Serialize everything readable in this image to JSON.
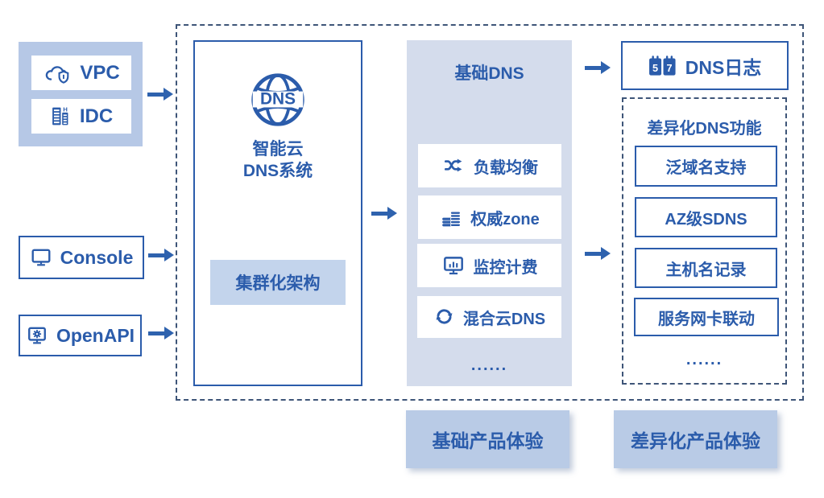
{
  "colors": {
    "accent": "#2b5cab",
    "arrow": "#2e62ae",
    "dash_border": "#3e5578",
    "panel_mid": "#b6c8e6",
    "panel_light": "#d4dcec",
    "cluster_chip": "#c3d4ec",
    "footer_chip": "#b9cbe6"
  },
  "sources": {
    "vpc": "VPC",
    "idc": "IDC",
    "console": "Console",
    "openapi": "OpenAPI"
  },
  "dns_system": {
    "globe_text": "DNS",
    "line1": "智能云",
    "line2": "DNS系统",
    "cluster": "集群化架构"
  },
  "basic_dns": {
    "title": "基础DNS",
    "items": [
      {
        "icon": "shuffle-icon",
        "label": "负载均衡"
      },
      {
        "icon": "database-icon",
        "label": "权威zone"
      },
      {
        "icon": "monitor-chart-icon",
        "label": "监控计费"
      },
      {
        "icon": "sync-icon",
        "label": "混合云DNS"
      }
    ],
    "more": "......"
  },
  "dns_log": {
    "label": "DNS日志",
    "cal_left": "5",
    "cal_right": "7"
  },
  "diff_dns": {
    "title": "差异化DNS功能",
    "items": [
      "泛域名支持",
      "AZ级SDNS",
      "主机名记录",
      "服务网卡联动"
    ],
    "more": "......"
  },
  "footer": {
    "basic": "基础产品体验",
    "diff": "差异化产品体验"
  }
}
